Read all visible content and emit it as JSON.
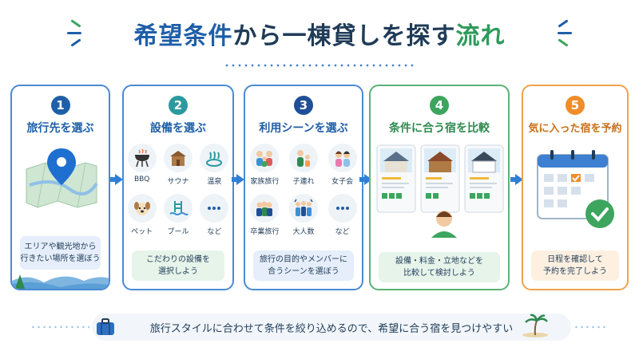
{
  "title": {
    "part1": "希望条件",
    "part2": "から一棟貸しを探す",
    "part3": "流れ"
  },
  "colors": {
    "blue": "#1f5fa8",
    "green": "#2e9a5b",
    "orange": "#ef8d2a",
    "teal": "#2b9aa0",
    "arrow": "#2f7fd4"
  },
  "steps": [
    {
      "number": "1",
      "title": "旅行先を選ぶ",
      "icon": "map-pin-icon",
      "caption_lines": [
        "エリアや観光地から",
        "行きたい場所を選ぼう"
      ]
    },
    {
      "number": "2",
      "title": "設備を選ぶ",
      "items": [
        {
          "label": "BBQ",
          "icon": "bbq-grill-icon"
        },
        {
          "label": "サウナ",
          "icon": "sauna-icon"
        },
        {
          "label": "温泉",
          "icon": "hot-spring-icon"
        },
        {
          "label": "ペット",
          "icon": "dog-icon"
        },
        {
          "label": "プール",
          "icon": "pool-icon"
        },
        {
          "label": "など",
          "icon": "more-icon"
        }
      ],
      "caption_lines": [
        "こだわりの設備を",
        "選択しよう"
      ]
    },
    {
      "number": "3",
      "title": "利用シーンを選ぶ",
      "items": [
        {
          "label": "家族旅行",
          "icon": "family-icon"
        },
        {
          "label": "子連れ",
          "icon": "parent-child-icon"
        },
        {
          "label": "女子会",
          "icon": "girls-party-icon"
        },
        {
          "label": "卒業旅行",
          "icon": "graduation-trip-icon"
        },
        {
          "label": "大人数",
          "icon": "large-group-icon"
        },
        {
          "label": "など",
          "icon": "more-icon"
        }
      ],
      "caption_lines": [
        "旅行の目的やメンバーに",
        "合うシーンを選ぼう"
      ]
    },
    {
      "number": "4",
      "title": "条件に合う宿を比較",
      "icon": "house-compare-icon",
      "caption_lines": [
        "設備・料金・立地などを",
        "比較して検討しよう"
      ]
    },
    {
      "number": "5",
      "title": "気に入った宿を予約",
      "icon": "calendar-check-icon",
      "caption_lines": [
        "日程を確認して",
        "予約を完了しよう"
      ]
    }
  ],
  "footer": {
    "text": "旅行スタイルに合わせて条件を絞り込めるので、希望に合う宿を見つけやすい",
    "icon_left": "suitcase-icon",
    "icon_right": "palm-island-icon"
  }
}
